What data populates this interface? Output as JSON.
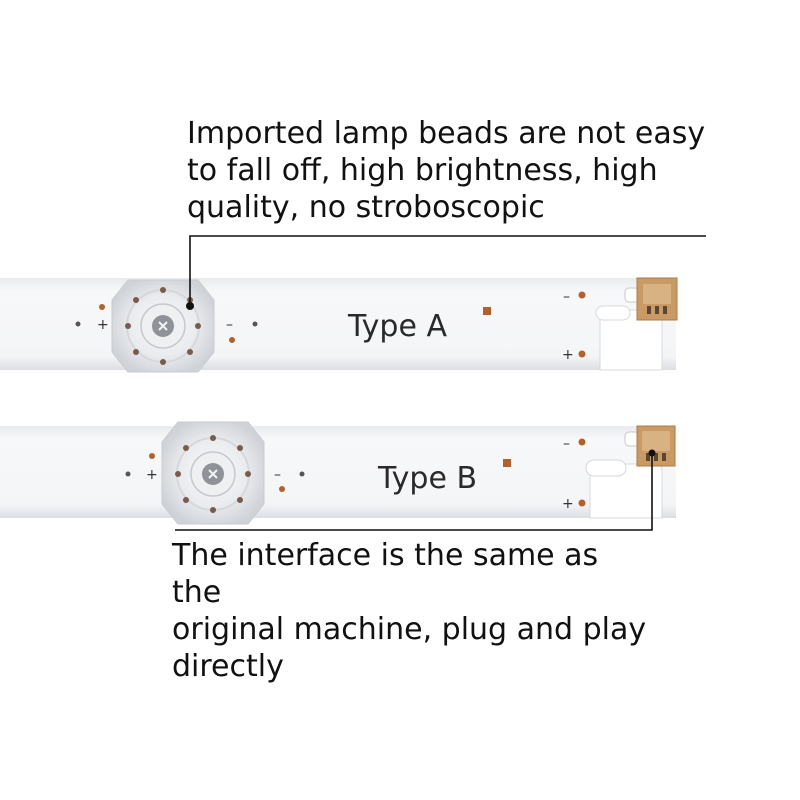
{
  "captions": {
    "top": "Imported lamp beads are not easy\nto fall off, high brightness, high\nquality, no stroboscopic",
    "bottom": "The interface is the same as the\noriginal machine, plug and play\ndirectly"
  },
  "strips": [
    {
      "label": "Type A",
      "minus": "–",
      "plus": "+"
    },
    {
      "label": "Type B",
      "minus": "–",
      "plus": "+"
    }
  ],
  "colors": {
    "board": "#f2f3f5",
    "board_edge": "#dfe1e4",
    "lens": "#e6e8ec",
    "pad": "#b5602a",
    "connector": "#c99a63",
    "leader_line": "#111111"
  }
}
